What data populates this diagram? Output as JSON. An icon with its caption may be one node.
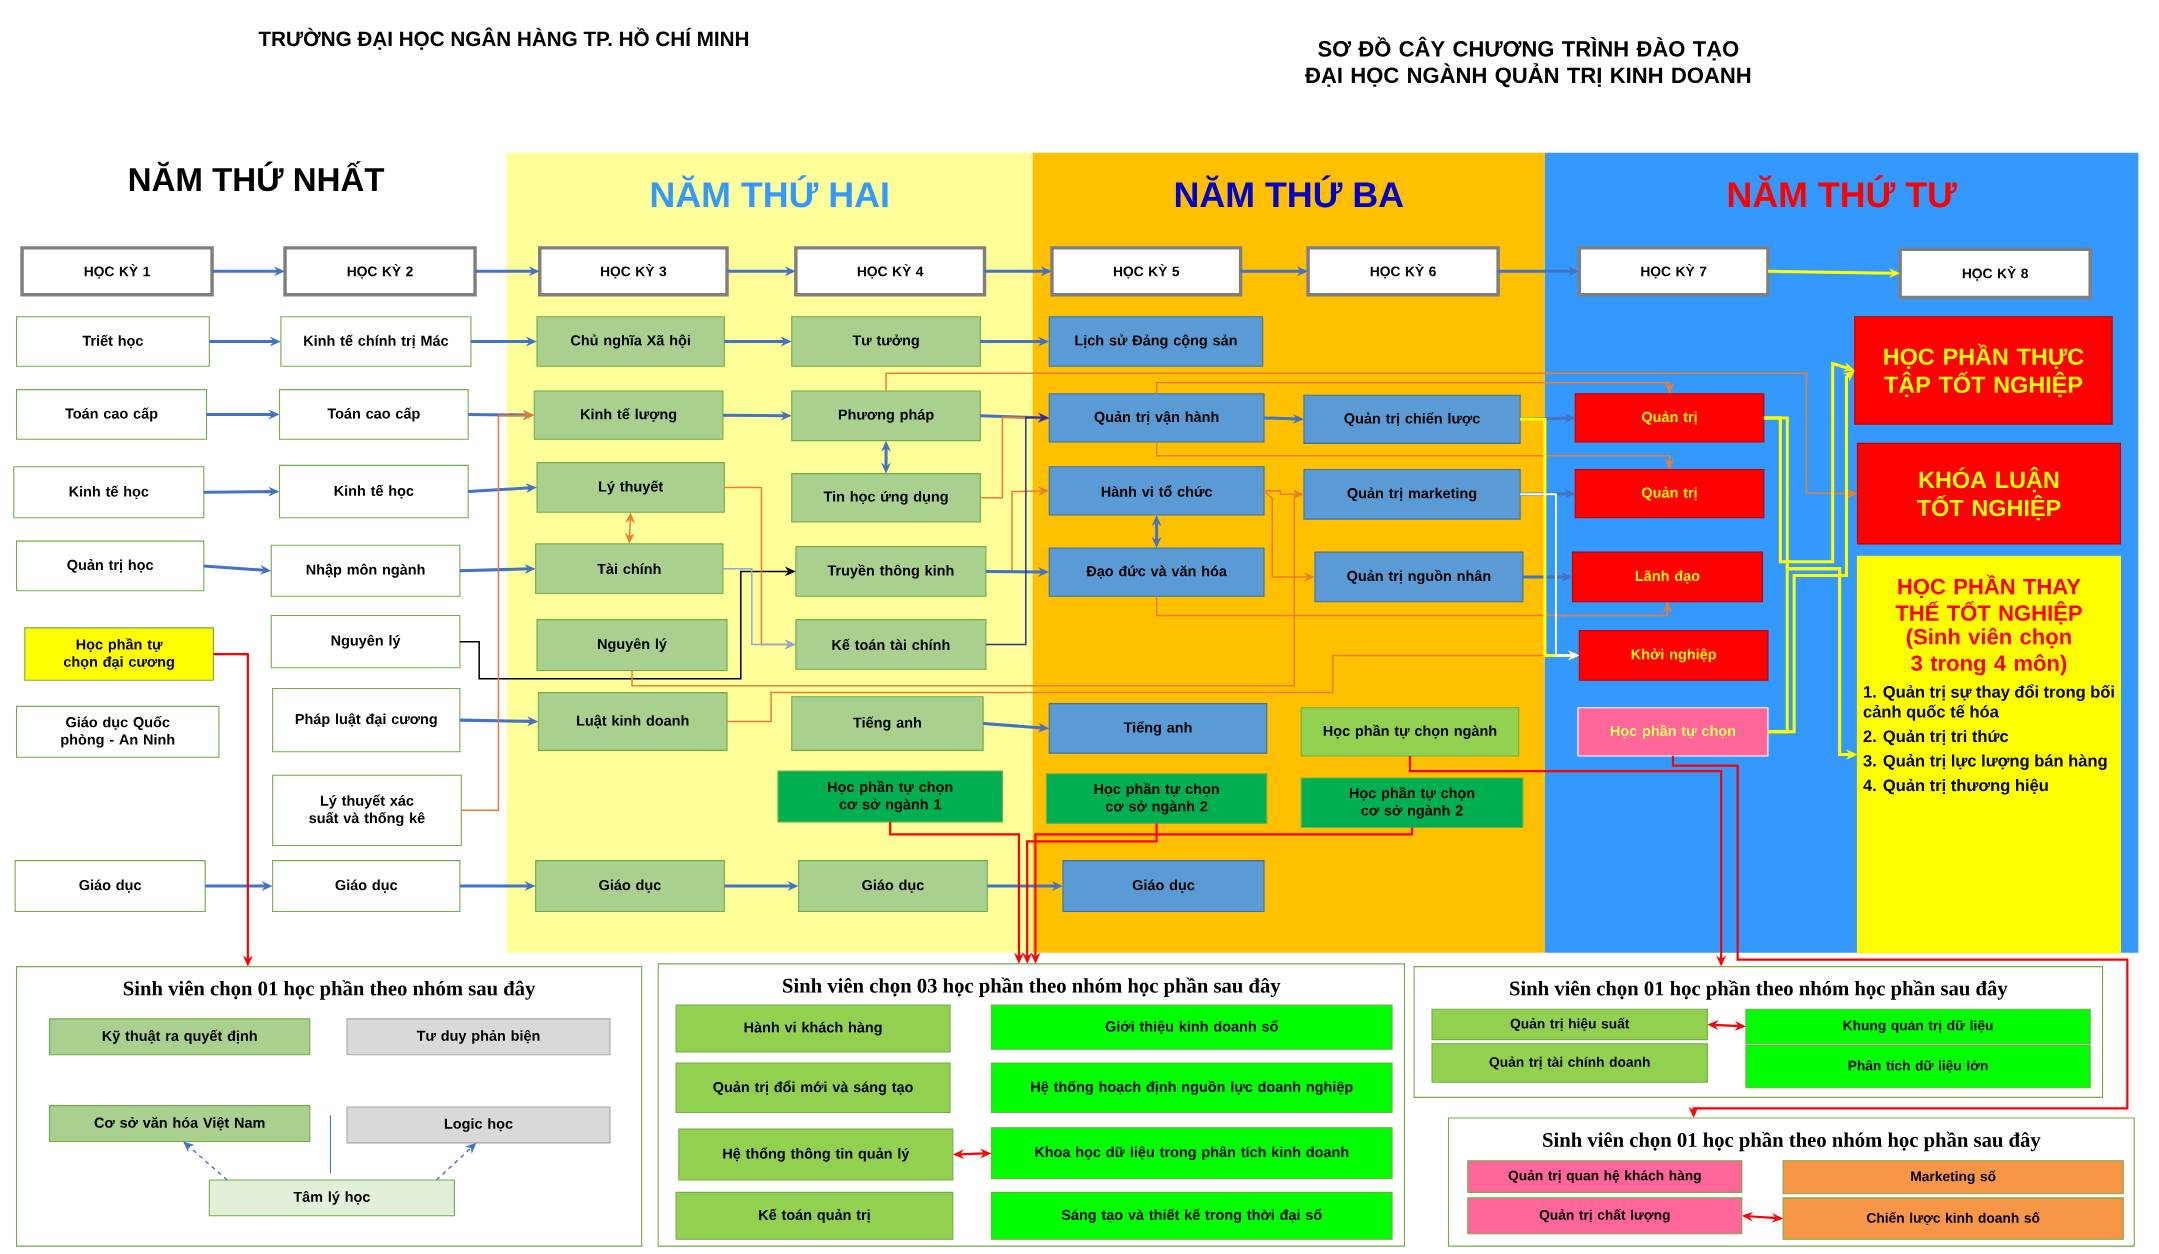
{
  "diagram": {
    "title": "SƠ ĐỒ CÂY CHƯƠNG TRÌNH ĐÀO TẠO ĐẠI HỌC NGÀNH QUẢN TRỊ KINH DOANH",
    "labels": [
      "TRƯỜNG ĐẠI HỌC NGÂN HÀNG TP. HỒ CHÍ MINH",
      "NĂM THỨ NHẤT"
    ],
    "nodes": [
      {
        "text": [
          "NĂM THỨ HAI"
        ]
      },
      {
        "text": [
          "NĂM THỨ BA"
        ]
      },
      {
        "text": [
          "NĂM THỨ TƯ"
        ]
      },
      {
        "text": [
          "HỌC KỲ 1"
        ]
      },
      {
        "text": [
          "HỌC KỲ 2"
        ]
      },
      {
        "text": [
          "HỌC KỲ 3"
        ],
        "in": 0
      },
      {
        "text": [
          "HỌC KỲ 4"
        ],
        "in": 0
      },
      {
        "text": [
          "HỌC KỲ 5"
        ],
        "in": 1
      },
      {
        "text": [
          "HỌC KỲ 6"
        ],
        "in": 1
      },
      {
        "text": [
          "HỌC KỲ 7"
        ],
        "in": 2
      },
      {
        "text": [
          "HỌC KỲ 8"
        ],
        "in": 2
      },
      {
        "text": [
          "Triết học"
        ]
      },
      {
        "text": [
          "Toán cao cấp"
        ]
      },
      {
        "text": [
          "Kinh tế học"
        ]
      },
      {
        "text": [
          "Quản trị học"
        ]
      },
      {
        "text": [
          "Học phần tự chọn đại cương"
        ]
      },
      {
        "text": [
          "Giáo dục Quốc phòng - An Ninh"
        ]
      },
      {
        "text": [
          "Giáo dục"
        ]
      },
      {
        "text": [
          "Kinh tế chính trị Mác"
        ]
      },
      {
        "text": [
          "Toán cao cấp"
        ]
      },
      {
        "text": [
          "Kinh tế học"
        ]
      },
      {
        "text": [
          "Nhập môn ngành"
        ]
      },
      {
        "text": [
          "Nguyên lý"
        ]
      },
      {
        "text": [
          "Pháp luật đại cương"
        ]
      },
      {
        "text": [
          "Lý thuyết xác suất và thống kê"
        ]
      },
      {
        "text": [
          "Giáo dục"
        ]
      },
      {
        "text": [
          "Chủ nghĩa Xã hội"
        ],
        "in": 0
      },
      {
        "text": [
          "Kinh tế lượng"
        ],
        "in": 0
      },
      {
        "text": [
          "Lý thuyết"
        ],
        "in": 0
      },
      {
        "text": [
          "Tài chính"
        ],
        "in": 0
      },
      {
        "text": [
          "Nguyên lý"
        ],
        "in": 0
      },
      {
        "text": [
          "Luật kinh doanh"
        ],
        "in": 0
      },
      {
        "text": [
          "Giáo dục"
        ],
        "in": 0
      },
      {
        "text": [
          "Tư tưởng"
        ],
        "in": 0
      },
      {
        "text": [
          "Phương pháp"
        ],
        "in": 0
      },
      {
        "text": [
          "Tin học ứng dụng"
        ],
        "in": 0
      },
      {
        "text": [
          "Truyền thông kinh"
        ],
        "in": 0
      },
      {
        "text": [
          "Kế toán tài chính"
        ],
        "in": 0
      },
      {
        "text": [
          "Tiếng anh"
        ],
        "in": 0
      },
      {
        "text": [
          "Học phần tự chọn cơ sở ngành 1"
        ],
        "in": 0
      },
      {
        "text": [
          "Giáo dục"
        ],
        "in": 0
      },
      {
        "text": [
          "Lịch sử Đảng cộng sản"
        ],
        "in": 1
      },
      {
        "text": [
          "Quản trị vận hành"
        ],
        "in": 1
      },
      {
        "text": [
          "Hành vi tổ chức"
        ],
        "in": 1
      },
      {
        "text": [
          "Đạo đức và văn hóa"
        ],
        "in": 1
      },
      {
        "text": [
          "Tiếng anh"
        ],
        "in": 1
      },
      {
        "text": [
          "Học phần tự chọn cơ sở ngành 2"
        ],
        "in": 1
      },
      {
        "text": [
          "Giáo dục"
        ],
        "in": 1
      },
      {
        "text": [
          "Quản trị chiến lược"
        ],
        "in": 1
      },
      {
        "text": [
          "Quản trị marketing"
        ],
        "in": 1
      },
      {
        "text": [
          "Quản trị nguồn nhân"
        ],
        "in": 1
      },
      {
        "text": [
          "Học phần tự chọn ngành"
        ],
        "in": 1
      },
      {
        "text": [
          "Học phần tự chọn cơ sở ngành 2"
        ],
        "in": 1
      },
      {
        "text": [
          "Quản trị"
        ],
        "in": 2
      },
      {
        "text": [
          "Quản trị"
        ],
        "in": 2
      },
      {
        "text": [
          "Lãnh đạo"
        ],
        "in": 2
      },
      {
        "text": [
          "Khởi nghiệp"
        ],
        "in": 2
      },
      {
        "text": [
          "Học phần tự chọn"
        ],
        "in": 2
      },
      {
        "text": [
          "HỌC PHẦN THỰC TẬP TỐT NGHIỆP"
        ],
        "in": 2
      },
      {
        "text": [
          "KHÓA LUẬN TỐT NGHIỆP"
        ],
        "in": 2
      },
      {
        "text": [
          "HỌC PHẦN THAY THẾ TỐT NGHIỆP",
          "(Sinh viên chọn 3 trong 4 môn)",
          "1. Quản trị sự thay đổi trong bối cảnh quốc tế hóa",
          "2. Quản trị tri thức",
          "3. Quản trị lực lượng bán hàng",
          "4. Quản trị thương hiệu"
        ],
        "in": 2
      },
      {
        "text": [
          "Sinh viên chọn 01 học phần theo nhóm sau đây"
        ]
      },
      {
        "text": [
          "Kỹ thuật ra quyết định"
        ],
        "in": 61
      },
      {
        "text": [
          "Tư duy phản biện"
        ],
        "in": 61
      },
      {
        "text": [
          "Cơ sở văn hóa Việt Nam"
        ],
        "in": 61
      },
      {
        "text": [
          "Logic học"
        ],
        "in": 61
      },
      {
        "text": [
          "Tâm lý học"
        ],
        "in": 61
      },
      {
        "text": [
          "Sinh viên chọn 03 học phần theo nhóm học phần sau đây"
        ]
      },
      {
        "text": [
          "Hành vi khách hàng"
        ],
        "in": 67
      },
      {
        "text": [
          "Giới thiệu kinh doanh số"
        ],
        "in": 67
      },
      {
        "text": [
          "Quản trị đổi mới và sáng tạo"
        ],
        "in": 67
      },
      {
        "text": [
          "Hệ thống hoạch định nguồn lực doanh nghiệp"
        ],
        "in": 67
      },
      {
        "text": [
          "Hệ thống thông tin quản lý"
        ],
        "in": 67
      },
      {
        "text": [
          "Khoa học dữ liệu trong phân tích kinh doanh"
        ],
        "in": 67
      },
      {
        "text": [
          "Kế toán quản trị"
        ],
        "in": 67
      },
      {
        "text": [
          "Sáng tạo và thiết kế trong thời đại số"
        ],
        "in": 67
      },
      {
        "text": [
          "Sinh viên chọn 01 học phần theo nhóm học phần sau đây"
        ]
      },
      {
        "text": [
          "Quản trị hiệu suất"
        ],
        "in": 76
      },
      {
        "text": [
          "Quản trị tài chính doanh"
        ],
        "in": 76
      },
      {
        "text": [
          "Khung quản trị dữ liệu"
        ],
        "in": 76
      },
      {
        "text": [
          "Phân tích dữ liệu lớn"
        ],
        "in": 76
      },
      {
        "text": [
          "Sinh viên chọn 01 học phần theo nhóm học phần sau đây"
        ]
      },
      {
        "text": [
          "Quản trị quan hệ khách hàng"
        ],
        "in": 81
      },
      {
        "text": [
          "Quản trị chất lượng"
        ],
        "in": 81
      },
      {
        "text": [
          "Marketing số"
        ],
        "in": 81
      },
      {
        "text": [
          "Chiến lược kinh doanh số"
        ],
        "in": 81
      }
    ],
    "edges": [
      {
        "from": 3,
        "to": 4,
        "arrow": "to"
      },
      {
        "from": 4,
        "to": 5,
        "arrow": "to"
      },
      {
        "from": 5,
        "to": 6,
        "arrow": "to"
      },
      {
        "from": 6,
        "to": 7,
        "arrow": "to"
      },
      {
        "from": 7,
        "to": 8,
        "arrow": "to"
      },
      {
        "from": 8,
        "to": 9,
        "arrow": "to"
      },
      {
        "from": 9,
        "to": 10,
        "arrow": "to",
        "color": "#ffff00"
      },
      {
        "from": 11,
        "to": 18,
        "arrow": "to"
      },
      {
        "from": 18,
        "to": 26,
        "arrow": "to"
      },
      {
        "from": 26,
        "to": 33,
        "arrow": "to"
      },
      {
        "from": 33,
        "to": 41,
        "arrow": "to"
      },
      {
        "from": 12,
        "to": 19,
        "arrow": "to"
      },
      {
        "from": 19,
        "to": 27,
        "arrow": "to"
      },
      {
        "from": 27,
        "to": 34,
        "arrow": "to"
      },
      {
        "from": 34,
        "to": 42,
        "arrow": "to"
      },
      {
        "from": 13,
        "to": 20,
        "arrow": "to"
      },
      {
        "from": 20,
        "to": 28,
        "arrow": "to"
      },
      {
        "from": 14,
        "to": 21,
        "arrow": "to"
      },
      {
        "from": 21,
        "to": 29,
        "arrow": "to"
      },
      {
        "from": 22,
        "to": 36,
        "arrow": "to",
        "color": "#000000"
      },
      {
        "from": 23,
        "to": 31,
        "arrow": "to"
      },
      {
        "from": 17,
        "to": 25,
        "arrow": "to"
      },
      {
        "from": 25,
        "to": 32,
        "arrow": "to"
      },
      {
        "from": 32,
        "to": 40,
        "arrow": "to"
      },
      {
        "from": 40,
        "to": 47,
        "arrow": "to"
      },
      {
        "from": 38,
        "to": 45,
        "arrow": "to"
      },
      {
        "from": 34,
        "to": 35,
        "arrow": "both"
      },
      {
        "from": 28,
        "to": 29,
        "arrow": "both",
        "color": "#ed7d31"
      },
      {
        "from": 43,
        "to": 44,
        "arrow": "both"
      },
      {
        "from": 42,
        "to": 48,
        "arrow": "to"
      },
      {
        "from": 48,
        "to": 53,
        "arrow": "to"
      },
      {
        "from": 49,
        "to": 54,
        "arrow": "to"
      },
      {
        "from": 50,
        "to": 55,
        "arrow": "to"
      },
      {
        "from": 24,
        "to": 27,
        "arrow": "to",
        "color": "#ed7d31"
      },
      {
        "from": 28,
        "to": 37,
        "arrow": "to",
        "color": "#ed7d31"
      },
      {
        "from": 29,
        "to": 37,
        "arrow": "to",
        "color": "#8faadc"
      },
      {
        "from": 35,
        "to": 42,
        "arrow": "to",
        "color": "#ed7d31"
      },
      {
        "from": 36,
        "to": 43,
        "arrow": "to",
        "color": "#ed7d31"
      },
      {
        "from": 36,
        "to": 44,
        "arrow": "to"
      },
      {
        "from": 37,
        "to": 42,
        "arrow": "to",
        "color": "#2e3192"
      },
      {
        "from": 34,
        "to": 59,
        "arrow": "to",
        "color": "#ed7d31"
      },
      {
        "from": 42,
        "to": 53,
        "arrow": "to",
        "color": "#ed7d31"
      },
      {
        "from": 42,
        "to": 54,
        "arrow": "to",
        "color": "#ed7d31"
      },
      {
        "from": 44,
        "to": 55,
        "arrow": "to",
        "color": "#ed7d31"
      },
      {
        "from": 43,
        "to": 49,
        "arrow": "to",
        "color": "#ed7d31"
      },
      {
        "from": 43,
        "to": 50,
        "arrow": "to",
        "color": "#ed7d31"
      },
      {
        "from": 30,
        "to": 49,
        "arrow": "to",
        "color": "#ed7d31"
      },
      {
        "from": 31,
        "to": 56,
        "arrow": "to",
        "color": "#ed7d31"
      },
      {
        "from": 48,
        "to": 56,
        "arrow": "to",
        "color": "#ffff00"
      },
      {
        "from": 49,
        "to": 56,
        "arrow": "to",
        "color": "#ffffff"
      },
      {
        "from": 53,
        "to": 58,
        "arrow": "to",
        "color": "#ffff00"
      },
      {
        "from": 53,
        "to": 60,
        "arrow": "to",
        "color": "#ffff00"
      },
      {
        "from": 57,
        "to": 58,
        "arrow": "to",
        "color": "#ffff00"
      },
      {
        "from": 57,
        "to": 60,
        "arrow": "to",
        "color": "#ffff00"
      },
      {
        "from": 15,
        "to": 61,
        "arrow": "to",
        "color": "#ff0000"
      },
      {
        "from": 39,
        "to": 67,
        "arrow": "to",
        "color": "#ff0000"
      },
      {
        "from": 46,
        "to": 67,
        "arrow": "to",
        "color": "#ff0000"
      },
      {
        "from": 52,
        "to": 67,
        "arrow": "to",
        "color": "#ff0000"
      },
      {
        "from": 72,
        "to": 73,
        "arrow": "both",
        "color": "#ff0000"
      },
      {
        "from": 51,
        "to": 76,
        "arrow": "to",
        "color": "#ff0000"
      },
      {
        "from": 77,
        "to": 79,
        "arrow": "both",
        "color": "#ff0000"
      },
      {
        "from": 57,
        "to": 81,
        "arrow": "to",
        "color": "#ff0000"
      },
      {
        "from": 83,
        "to": 85,
        "arrow": "both",
        "color": "#ff0000"
      },
      {
        "from": 66,
        "to": 64,
        "arrow": "to",
        "style": "dashed"
      },
      {
        "from": 66,
        "to": 65,
        "arrow": "to",
        "style": "dashed"
      }
    ]
  }
}
